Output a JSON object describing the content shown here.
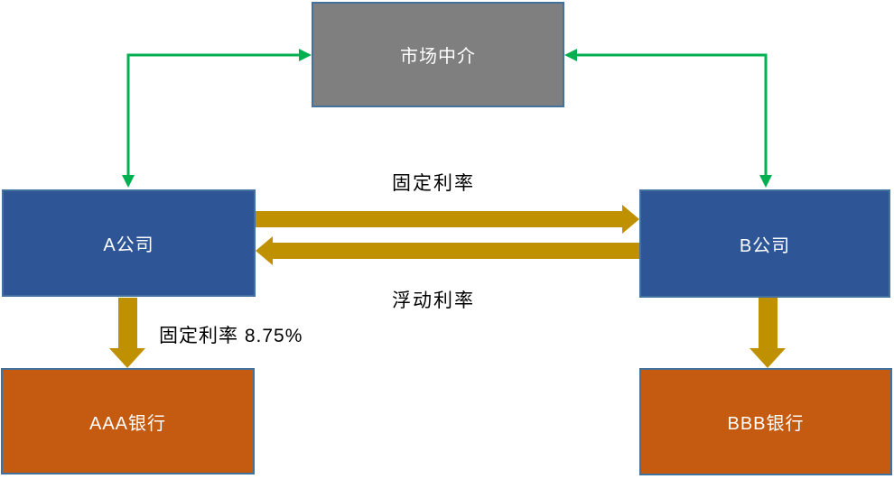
{
  "diagram": {
    "nodes": {
      "market": {
        "label": "市场中介",
        "fill": "#7F7F7F"
      },
      "company_a": {
        "label": "A公司",
        "fill": "#2E5697"
      },
      "company_b": {
        "label": "B公司",
        "fill": "#2E5697"
      },
      "bank_aaa": {
        "label": "AAA银行",
        "fill": "#C55A11"
      },
      "bank_bbb": {
        "label": "BBB银行",
        "fill": "#C55A11"
      }
    },
    "labels": {
      "fixed_rate": "固定利率",
      "floating_rate": "浮动利率",
      "bank_fixed_rate": "固定利率 8.75%"
    },
    "colors": {
      "node_border": "#41719C",
      "arrow_gold": "#BF9000",
      "connector_green": "#00B050",
      "label_text": "#000000",
      "node_text": "#FFFFFF"
    }
  }
}
